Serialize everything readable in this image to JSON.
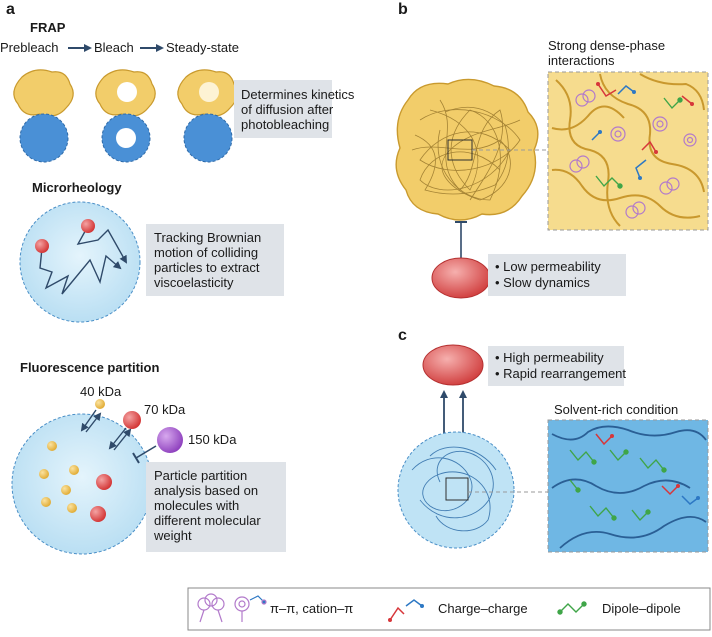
{
  "panel_labels": {
    "a": "a",
    "b": "b",
    "c": "c"
  },
  "frap": {
    "title": "FRAP",
    "steps": [
      "Prebleach",
      "Bleach",
      "Steady-state"
    ],
    "description": [
      "Determines kinetics",
      "of diffusion after",
      "photobleaching"
    ]
  },
  "microrheology": {
    "title": "Microrheology",
    "description": [
      "Tracking Brownian",
      "motion of colliding",
      "particles to extract",
      "viscoelasticity"
    ]
  },
  "fluorescence_partition": {
    "title": "Fluorescence partition",
    "labels": [
      "40 kDa",
      "70 kDa",
      "150 kDa"
    ],
    "description": [
      "Particle partition",
      "analysis based on",
      "molecules with",
      "different molecular",
      "weight"
    ]
  },
  "panel_b": {
    "inset_title": [
      "Strong dense-phase",
      "interactions"
    ],
    "properties": [
      "Low permeability",
      "Slow dynamics"
    ]
  },
  "panel_c": {
    "properties": [
      "High permeability",
      "Rapid rearrangement"
    ],
    "inset_title": "Solvent-rich condition"
  },
  "legend": {
    "items": [
      "π–π, cation–π",
      "Charge–charge",
      "Dipole–dipole"
    ]
  },
  "colors": {
    "dense_phase": "#f2cd6a",
    "dense_outline": "#c99a2e",
    "dilute_phase": "#bfe3f5",
    "dilute_outline": "#4a8fc7",
    "frap_blue": "#4a90d6",
    "red_particle": "#d63a3a",
    "purple_particle": "#9b4fc4",
    "yellow_particle": "#e9b93a",
    "arrow": "#2f4a6a",
    "text_box": "#dfe3e8",
    "pi_purple": "#b27acb",
    "charge_red": "#d7363a",
    "charge_blue": "#2d78c4",
    "dipole_green": "#3fa548"
  }
}
